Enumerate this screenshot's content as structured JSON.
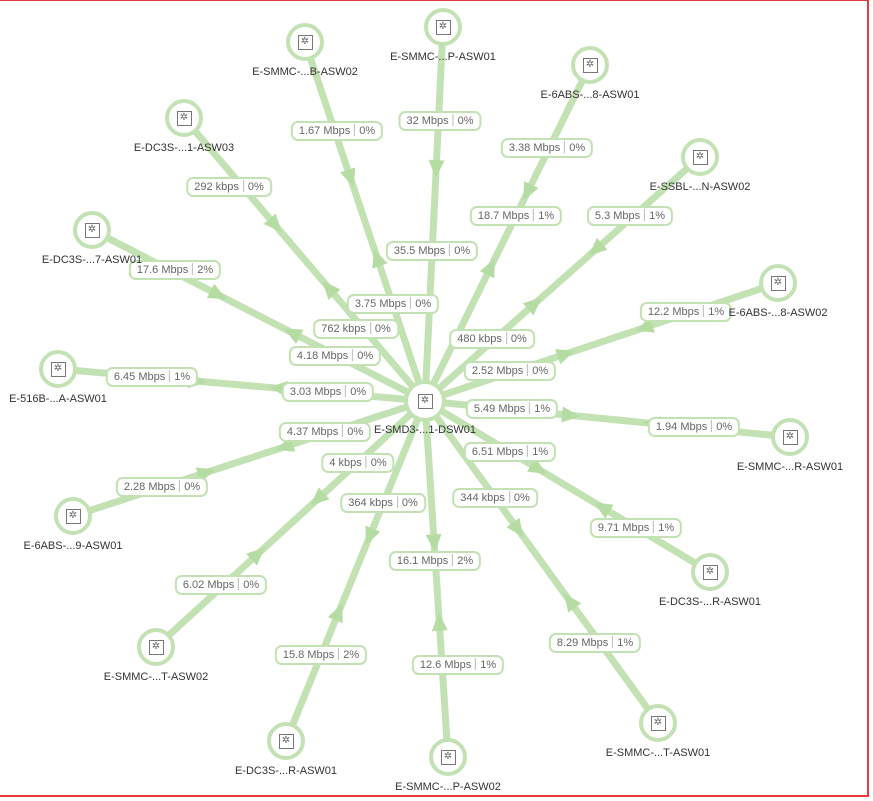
{
  "colors": {
    "link": "#c3e2b3",
    "arrow": "#b5dca3",
    "border": "#e83a3a"
  },
  "center": {
    "name": "E-SMD3-...1-DSW01",
    "icon": "switch-icon"
  },
  "links": [
    {
      "name": "E-SMMC-...B-ASW02",
      "out_rate": "1.67 Mbps",
      "out_util": "0%",
      "in_rate": "3.75 Mbps",
      "in_util": "0%"
    },
    {
      "name": "E-SMMC-...P-ASW01",
      "out_rate": "32 Mbps",
      "out_util": "0%",
      "in_rate": "35.5 Mbps",
      "in_util": "0%"
    },
    {
      "name": "E-6ABS-...8-ASW01",
      "out_rate": "3.38 Mbps",
      "out_util": "0%",
      "in_rate": "18.7 Mbps",
      "in_util": "1%"
    },
    {
      "name": "E-SSBL-...N-ASW02",
      "out_rate": "5.3 Mbps",
      "out_util": "1%",
      "in_rate": "480 kbps",
      "in_util": "0%"
    },
    {
      "name": "E-6ABS-...8-ASW02",
      "out_rate": "12.2 Mbps",
      "out_util": "1%",
      "in_rate": "2.52 Mbps",
      "in_util": "0%"
    },
    {
      "name": "E-SMMC-...R-ASW01",
      "out_rate": "1.94 Mbps",
      "out_util": "0%",
      "in_rate": "5.49 Mbps",
      "in_util": "1%"
    },
    {
      "name": "E-DC3S-...R-ASW01",
      "out_rate": "9.71 Mbps",
      "out_util": "1%",
      "in_rate": "6.51 Mbps",
      "in_util": "1%"
    },
    {
      "name": "E-SMMC-...T-ASW01",
      "out_rate": "8.29 Mbps",
      "out_util": "1%",
      "in_rate": "344 kbps",
      "in_util": "0%"
    },
    {
      "name": "E-SMMC-...P-ASW02",
      "out_rate": "12.6 Mbps",
      "out_util": "1%",
      "in_rate": "16.1 Mbps",
      "in_util": "2%"
    },
    {
      "name": "E-DC3S-...R-ASW01",
      "out_rate": "15.8 Mbps",
      "out_util": "2%",
      "in_rate": "364 kbps",
      "in_util": "0%"
    },
    {
      "name": "E-SMMC-...T-ASW02",
      "out_rate": "6.02 Mbps",
      "out_util": "0%",
      "in_rate": "4 kbps",
      "in_util": "0%"
    },
    {
      "name": "E-6ABS-...9-ASW01",
      "out_rate": "2.28 Mbps",
      "out_util": "0%",
      "in_rate": "4.37 Mbps",
      "in_util": "0%"
    },
    {
      "name": "E-516B-...A-ASW01",
      "out_rate": "6.45 Mbps",
      "out_util": "1%",
      "in_rate": "3.03 Mbps",
      "in_util": "0%"
    },
    {
      "name": "E-DC3S-...7-ASW01",
      "out_rate": "17.6 Mbps",
      "out_util": "2%",
      "in_rate": "4.18 Mbps",
      "in_util": "0%"
    },
    {
      "name": "E-DC3S-...1-ASW03",
      "out_rate": "292 kbps",
      "out_util": "0%",
      "in_rate": "762 kbps",
      "in_util": "0%"
    }
  ]
}
